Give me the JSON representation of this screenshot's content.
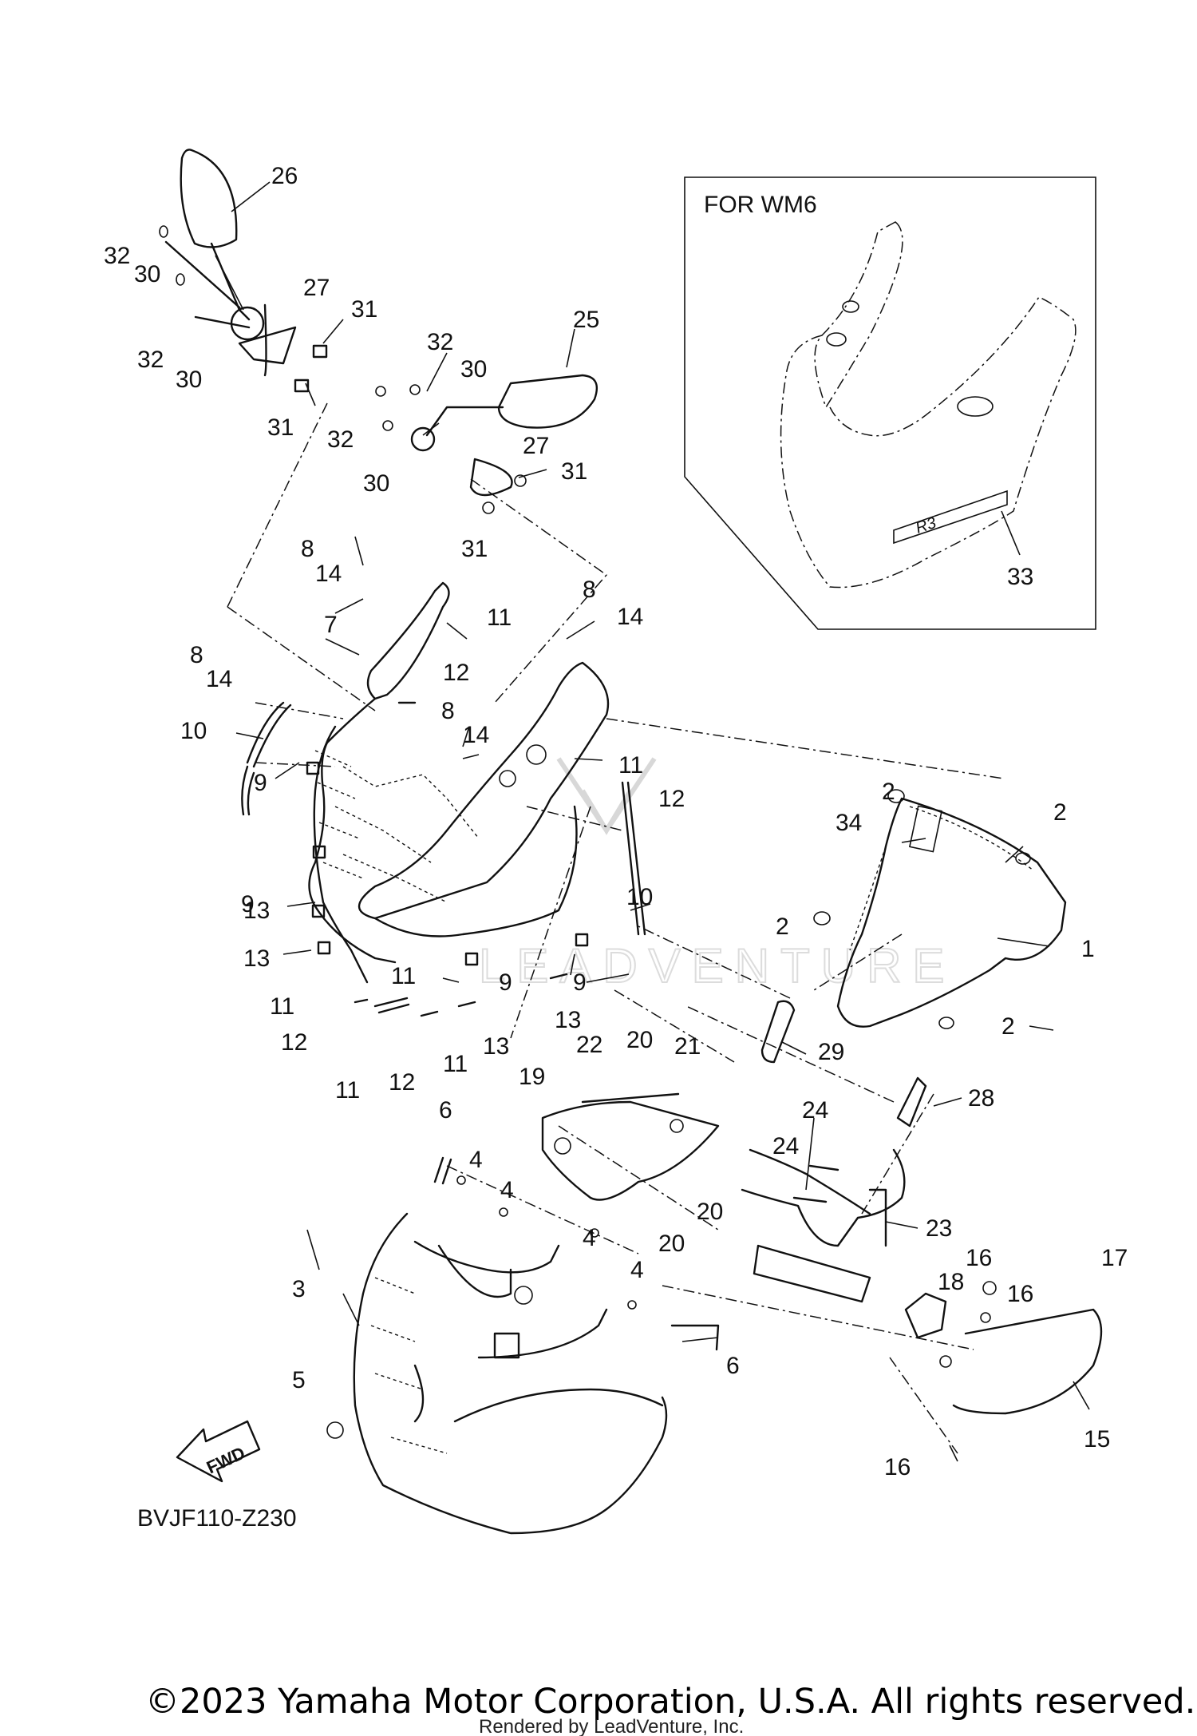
{
  "inset": {
    "title": "FOR WM6"
  },
  "fwd_label": "FWD",
  "diagram_code": "BVJF110-Z230",
  "copyright": "©2023 Yamaha Motor Corporation, U.S.A. All rights reserved.",
  "rendered_by": "Rendered by LeadVenture, Inc.",
  "watermark": "LEADVENTURE",
  "callouts": {
    "c26": "26",
    "c27a": "27",
    "c31a": "31",
    "c31b": "31",
    "c32a": "32",
    "c30a": "30",
    "c32b": "32",
    "c30b": "30",
    "c25": "25",
    "c32c": "32",
    "c30c": "30",
    "c32d": "32",
    "c30d": "30",
    "c27b": "27",
    "c31c": "31",
    "c31d": "31",
    "c8a": "8",
    "c14a": "14",
    "c7": "7",
    "c11a": "11",
    "c12a": "12",
    "c8b": "8",
    "c14b": "14",
    "c8c": "8",
    "c14c": "14",
    "c8d": "8",
    "c14d": "14",
    "c11b": "11",
    "c12b": "12",
    "c10a": "10",
    "c9a": "9",
    "c9b": "9",
    "c13a": "13",
    "c13b": "13",
    "c10b": "10",
    "c9c": "9",
    "c9d": "9",
    "c11c": "11",
    "c11d": "11",
    "c12c": "12",
    "c11e": "11",
    "c12d": "12",
    "c11f": "11",
    "c13c": "13",
    "c13d": "13",
    "c2a": "2",
    "c2b": "2",
    "c34": "34",
    "c1": "1",
    "c2c": "2",
    "c2d": "2",
    "c33": "33",
    "c22": "22",
    "c20a": "20",
    "c21": "21",
    "c19": "19",
    "c29": "29",
    "c28": "28",
    "c6a": "6",
    "c4a": "4",
    "c4b": "4",
    "c20b": "20",
    "c20c": "20",
    "c24a": "24",
    "c24b": "24",
    "c23": "23",
    "c3": "3",
    "c4c": "4",
    "c4d": "4",
    "c16a": "16",
    "c17": "17",
    "c18": "18",
    "c16b": "16",
    "c5": "5",
    "c6b": "6",
    "c15": "15",
    "c16c": "16"
  }
}
